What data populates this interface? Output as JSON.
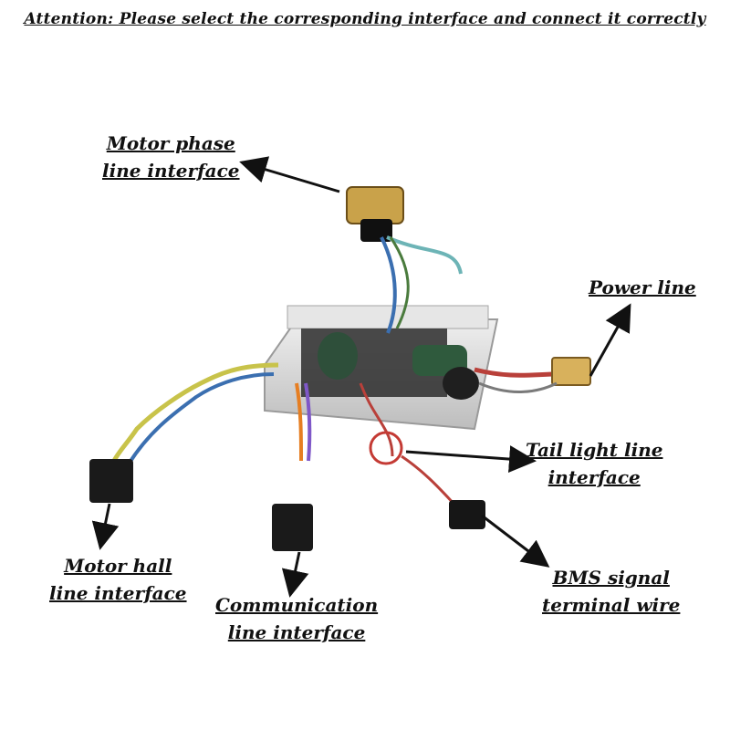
{
  "header": {
    "attention": "Attention: Please select the corresponding interface and connect it correctly"
  },
  "labels": {
    "motor_phase_line1": "Motor phase",
    "motor_phase_line2": "line interface",
    "power_line": "Power line",
    "tail_light_line1": "Tail light line",
    "tail_light_line2": "interface",
    "motor_hall_line1": "Motor hall",
    "motor_hall_line2": "line interface",
    "communication_line1": "Communication",
    "communication_line2": "line interface",
    "bms_line1": "BMS signal",
    "bms_line2": "terminal wire"
  },
  "colors": {
    "board": "#d9d9d9",
    "capacitor": "#2e4f3a",
    "connector_gold": "#c9a24a",
    "wire_red": "#b9403a",
    "wire_blue": "#3b6fb0"
  }
}
